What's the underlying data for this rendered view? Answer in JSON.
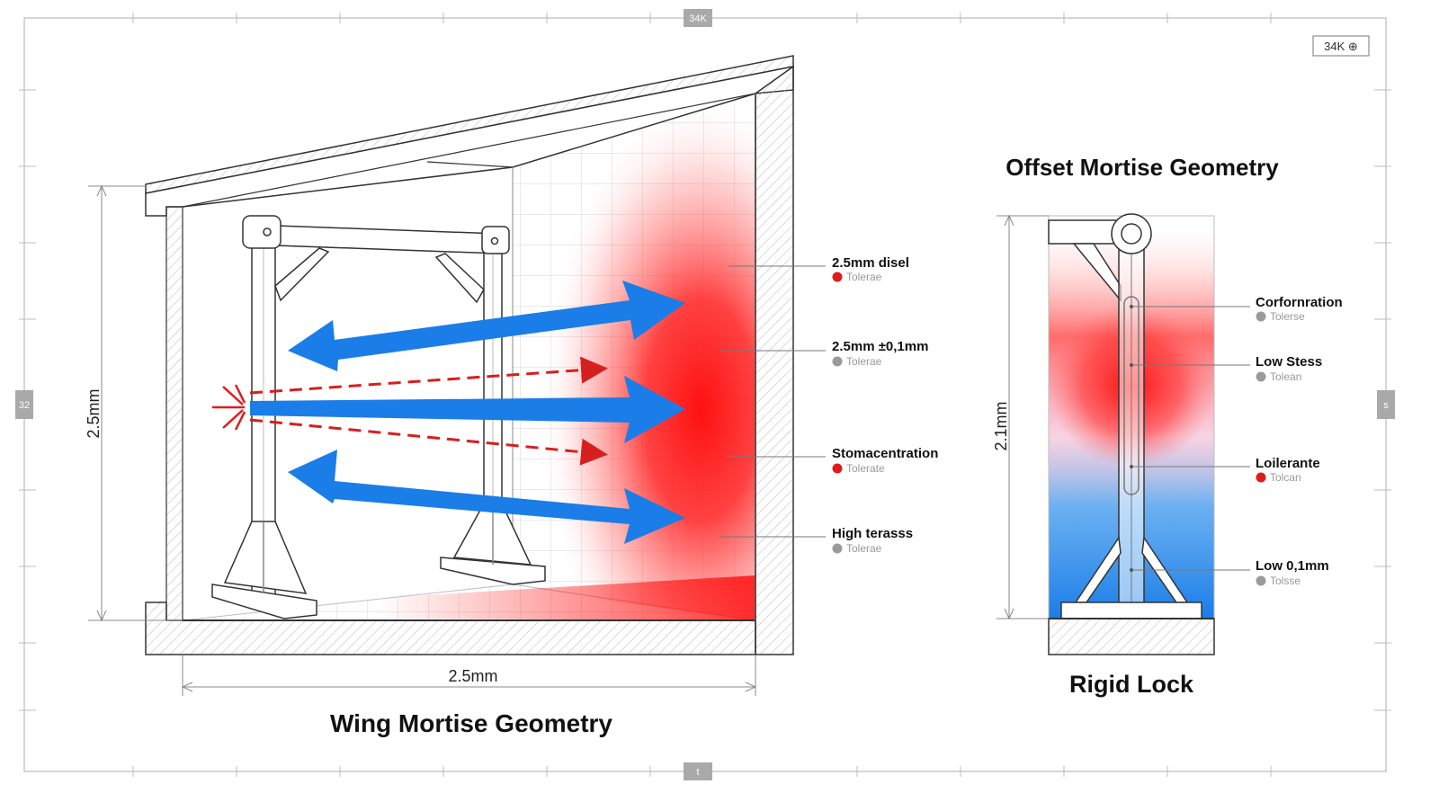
{
  "frame": {
    "top_tab": "34K",
    "bottom_tab": "t",
    "left_tab": "32",
    "right_tab": "s",
    "stamp": "34K ⊕"
  },
  "left_diagram": {
    "title": "Wing Mortise Geometry",
    "height_dimension": "2.5mm",
    "width_dimension": "2.5mm",
    "callouts": [
      {
        "label": "2.5mm disel",
        "sub": "Tolerae",
        "dot_color": "#e01b1b"
      },
      {
        "label": "2.5mm ±0,1mm",
        "sub": "Tolerae",
        "dot_color": "#9a9a9a"
      },
      {
        "label": "Stomacentration",
        "sub": "Tolerate",
        "dot_color": "#e01b1b"
      },
      {
        "label": "High terasss",
        "sub": "Tolerae",
        "dot_color": "#9a9a9a"
      }
    ]
  },
  "right_diagram": {
    "title": "Offset Mortise Geometry",
    "subtitle": "Rigid Lock",
    "height_dimension": "2.1mm",
    "callouts": [
      {
        "label": "Corfornration",
        "sub": "Tolerse",
        "dot_color": "#9a9a9a"
      },
      {
        "label": "Low Stess",
        "sub": "Tolean",
        "dot_color": "#9a9a9a"
      },
      {
        "label": "Loilerante",
        "sub": "Tolcan",
        "dot_color": "#e01b1b"
      },
      {
        "label": "Low 0,1mm",
        "sub": "Tolsse",
        "dot_color": "#9a9a9a"
      }
    ]
  },
  "colors": {
    "stress_red": "#ff1a1a",
    "flow_blue": "#1a7de8",
    "dashed_red": "#d61f1f"
  }
}
